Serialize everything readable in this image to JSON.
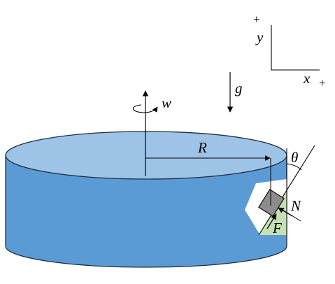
{
  "axes": {
    "y_label": "y",
    "x_label": "x",
    "y_plus": "+",
    "x_plus": "+"
  },
  "labels": {
    "gravity": "g",
    "angular_velocity": "w",
    "radius": "R",
    "angle": "θ",
    "normal_force": "N",
    "friction_force": "F"
  },
  "colors": {
    "cylinder_side": "#5b9bd5",
    "cylinder_top": "#9dc3e6",
    "outline": "#1f2d3d",
    "block": "#8c8c8c",
    "incline_wedge": "#c5e0b4",
    "cutout": "#ffffff"
  }
}
